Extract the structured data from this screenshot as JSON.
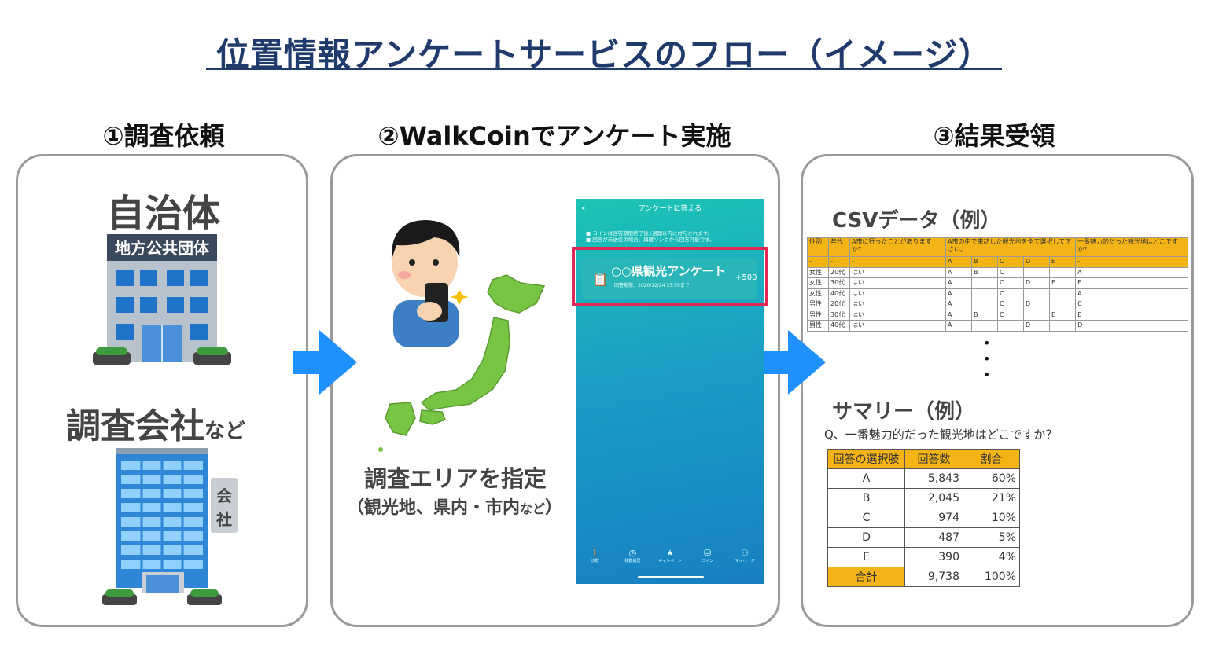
{
  "title": "位置情報アンケートサービスのフロー（イメージ）",
  "steps": {
    "step1": "①調査依頼",
    "step2": "②WalkCoinでアンケート実施",
    "step3": "③結果受領"
  },
  "panel1": {
    "municipality": "自治体",
    "building_sign": "地方公共団体",
    "research_company": "調査会社",
    "research_company_suffix": "など",
    "company_sign": "会社"
  },
  "panel2": {
    "area_label": "調査エリアを指定",
    "area_sub_main": "（観光地、県内・市内",
    "area_sub_small": "など",
    "area_sub_end": "）",
    "phone": {
      "header": "アンケートに答える",
      "note_line1": "■ コインは回答期限終了後1週間以内に付与されます。",
      "note_line2": "■ 回答が未送信の場合、再度リンクから回答可能です。",
      "card_title": "○○県観光アンケート",
      "card_date": "回答期限：2020/12/24 23:59まで",
      "card_points": "+500",
      "nav": [
        "歩数",
        "移動履歴",
        "キャンペーン",
        "コイン",
        "マイページ"
      ]
    }
  },
  "panel3": {
    "csv_label": "CSVデータ（例）",
    "summary_label": "サマリー（例）",
    "question": "Q、一番魅力的だった観光地はどこですか？",
    "csv": {
      "headers": [
        "性別",
        "年代",
        "A市に行ったことがありますか？",
        "A市の中で来訪した観光地を全て選択して下さい。",
        "一番魅力的だった観光地はどこですか？"
      ],
      "sub_row": [
        "-",
        "-",
        "-",
        "A",
        "B",
        "C",
        "D",
        "E",
        "-"
      ],
      "rows": [
        [
          "女性",
          "20代",
          "はい",
          "A",
          "B",
          "C",
          "",
          "",
          "A"
        ],
        [
          "女性",
          "30代",
          "はい",
          "A",
          "",
          "C",
          "D",
          "E",
          "E"
        ],
        [
          "女性",
          "40代",
          "はい",
          "A",
          "",
          "C",
          "",
          "",
          "A"
        ],
        [
          "男性",
          "20代",
          "はい",
          "A",
          "",
          "C",
          "D",
          "",
          "C"
        ],
        [
          "男性",
          "30代",
          "はい",
          "A",
          "B",
          "C",
          "",
          "E",
          "E"
        ],
        [
          "男性",
          "40代",
          "はい",
          "A",
          "",
          "",
          "D",
          "",
          "D"
        ]
      ]
    },
    "summary": {
      "headers": [
        "回答の選択肢",
        "回答数",
        "割合"
      ],
      "rows": [
        [
          "A",
          "5,843",
          "60%"
        ],
        [
          "B",
          "2,045",
          "21%"
        ],
        [
          "C",
          "974",
          "10%"
        ],
        [
          "D",
          "487",
          "5%"
        ],
        [
          "E",
          "390",
          "4%"
        ]
      ],
      "total": [
        "合計",
        "9,738",
        "100%"
      ]
    }
  },
  "colors": {
    "title": "#1f3a6b",
    "arrow": "#1e90ff",
    "highlight": "#e02a56",
    "table_header": "#f5b416",
    "map": "#77c543"
  }
}
